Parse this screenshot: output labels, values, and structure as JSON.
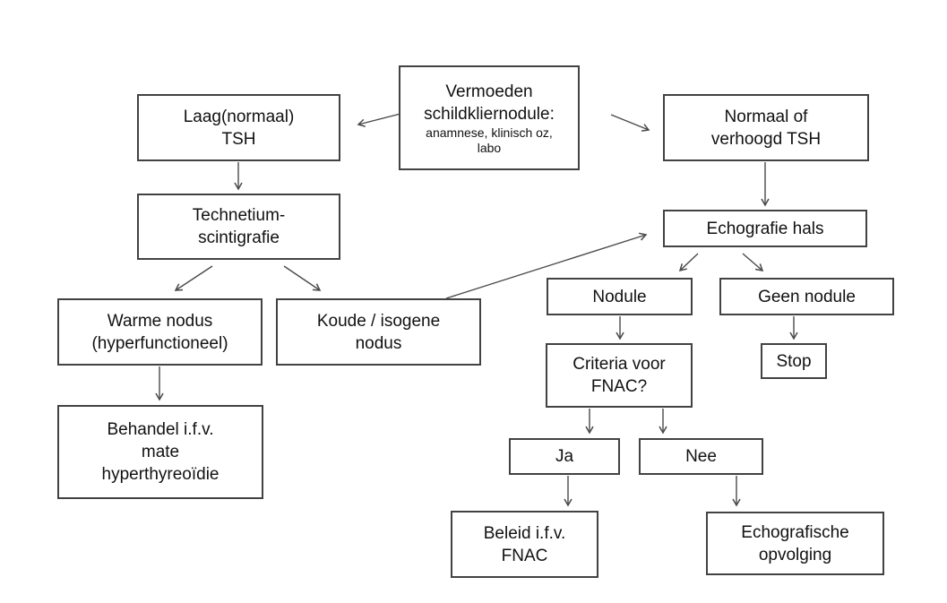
{
  "diagram": {
    "type": "flowchart",
    "language": "nl",
    "colors": {
      "background": "#ffffff",
      "node_border": "#424242",
      "arrow": "#4a4a4a",
      "text": "#111111"
    },
    "nodes": {
      "vermoeden": {
        "title": "Vermoeden\nschildkliernodule:",
        "subtitle": "anamnese, klinisch oz,\nlabo"
      },
      "laag_tsh": {
        "label": "Laag(normaal)\nTSH"
      },
      "normaal_tsh": {
        "label": "Normaal of\nverhoogd TSH"
      },
      "technetium": {
        "label": "Technetium-\nscintigrafie"
      },
      "echografie": {
        "label": "Echografie hals"
      },
      "warme_nodus": {
        "label": "Warme nodus\n(hyperfunctioneel)"
      },
      "koude_nodus": {
        "label": "Koude / isogene\nnodus"
      },
      "nodule": {
        "label": "Nodule"
      },
      "geen_nodule": {
        "label": "Geen nodule"
      },
      "stop": {
        "label": "Stop"
      },
      "criteria_fnac": {
        "label": "Criteria voor\nFNAC?"
      },
      "ja": {
        "label": "Ja"
      },
      "nee": {
        "label": "Nee"
      },
      "behandel": {
        "label": "Behandel i.f.v.\nmate\nhyperthyreoïdie"
      },
      "beleid_fnac": {
        "label": "Beleid i.f.v.\nFNAC"
      },
      "echografische_opvolging": {
        "label": "Echografische\nopvolging"
      }
    },
    "edges": [
      {
        "from": "vermoeden",
        "to": "laag_tsh"
      },
      {
        "from": "vermoeden",
        "to": "normaal_tsh"
      },
      {
        "from": "laag_tsh",
        "to": "technetium"
      },
      {
        "from": "normaal_tsh",
        "to": "echografie"
      },
      {
        "from": "technetium",
        "to": "warme_nodus"
      },
      {
        "from": "technetium",
        "to": "koude_nodus"
      },
      {
        "from": "koude_nodus",
        "to": "echografie"
      },
      {
        "from": "echografie",
        "to": "nodule"
      },
      {
        "from": "echografie",
        "to": "geen_nodule"
      },
      {
        "from": "warme_nodus",
        "to": "behandel"
      },
      {
        "from": "nodule",
        "to": "criteria_fnac"
      },
      {
        "from": "geen_nodule",
        "to": "stop"
      },
      {
        "from": "criteria_fnac",
        "to": "ja"
      },
      {
        "from": "criteria_fnac",
        "to": "nee"
      },
      {
        "from": "ja",
        "to": "beleid_fnac"
      },
      {
        "from": "nee",
        "to": "echografische_opvolging"
      }
    ]
  }
}
